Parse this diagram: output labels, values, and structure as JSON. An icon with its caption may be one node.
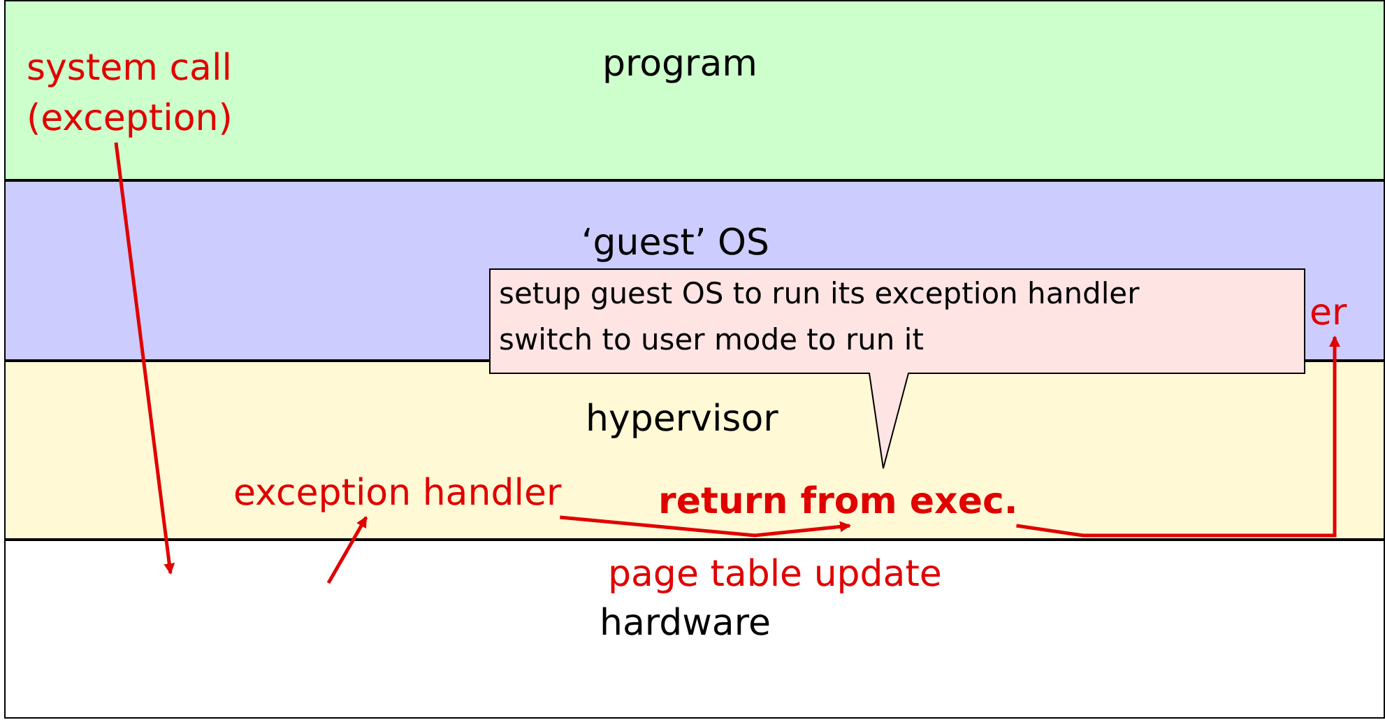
{
  "diagram": {
    "nodes": [
      {
        "text": [
          "program"
        ]
      },
      {
        "text": [
          "‘guest’ OS"
        ]
      },
      {
        "text": [
          "hypervisor"
        ]
      },
      {
        "text": [
          "hardware"
        ]
      },
      {
        "text": [
          "system call (exception)"
        ],
        "in": 0
      },
      {
        "text": [
          "er"
        ],
        "in": 1
      },
      {
        "text": [
          "setup guest OS to run its exception handler",
          "switch to user mode to run it"
        ]
      },
      {
        "text": [
          "exception handler"
        ],
        "in": 2
      },
      {
        "text": [
          "return from exec."
        ],
        "in": 2
      }
    ],
    "edges": [
      {
        "from": 4,
        "to": 3,
        "arrow": "to",
        "color": "#e00000"
      },
      {
        "from": 3,
        "to": 7,
        "arrow": "to",
        "color": "#e00000"
      },
      {
        "from": 7,
        "to": 8,
        "arrow": "to",
        "label": "page table update",
        "color": "#e00000"
      },
      {
        "from": 8,
        "to": 5,
        "arrow": "to",
        "color": "#e00000"
      }
    ]
  }
}
